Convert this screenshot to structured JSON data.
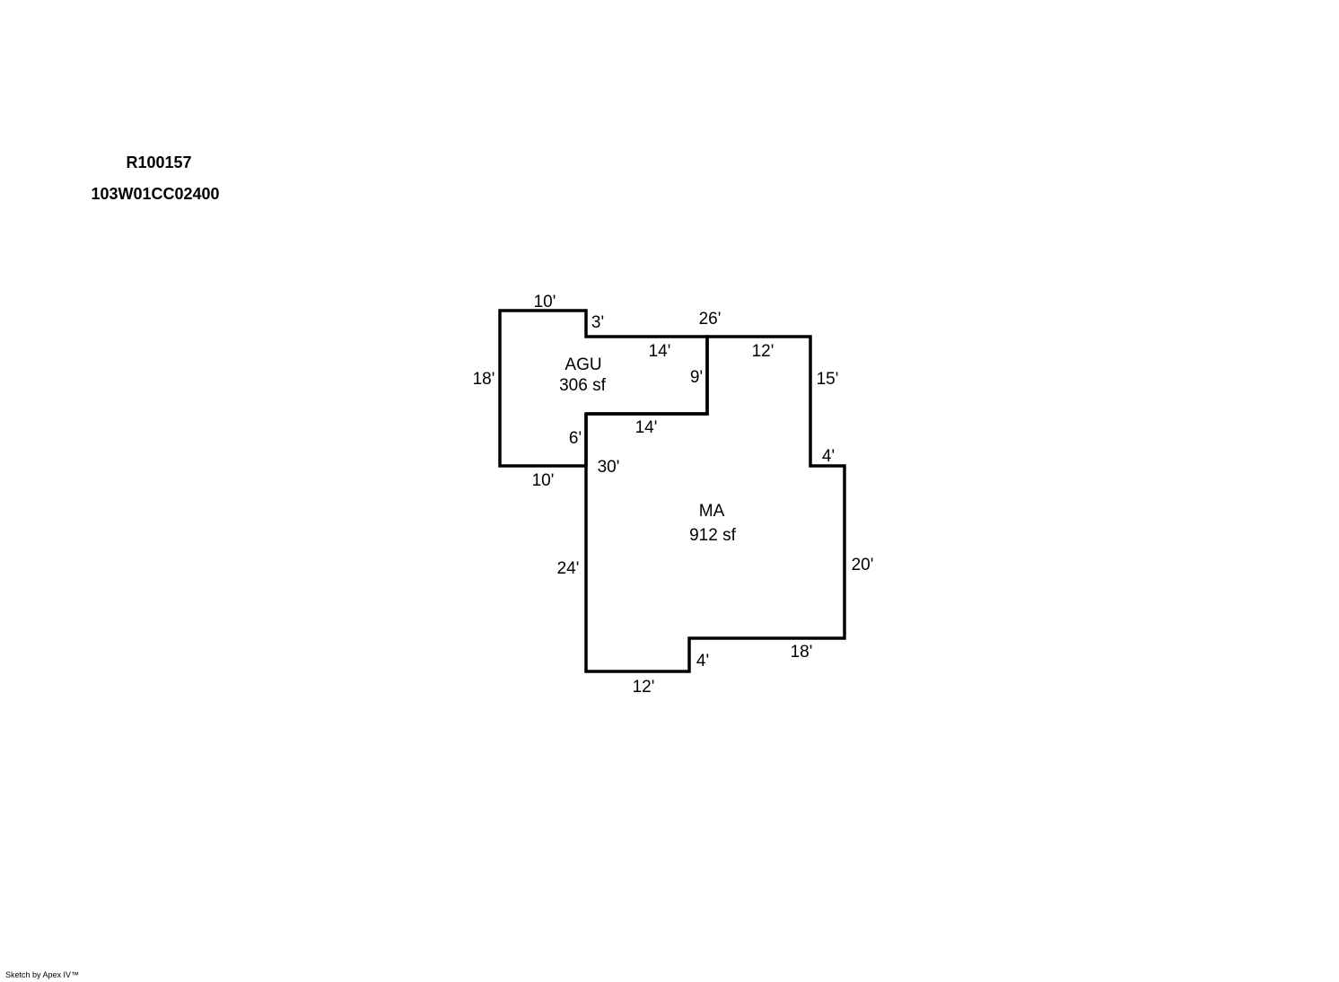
{
  "header": {
    "account_id": "R100157",
    "map_number": "103W01CC02400"
  },
  "footer": {
    "credit": "Sketch by Apex IV™"
  },
  "areas": [
    {
      "code": "AGU",
      "size": "306 sf"
    },
    {
      "code": "MA",
      "size": "912 sf"
    }
  ],
  "dimensions": [
    "10'",
    "3'",
    "26'",
    "14'",
    "12'",
    "18'",
    "9'",
    "15'",
    "14'",
    "6'",
    "4'",
    "30'",
    "10'",
    "24'",
    "20'",
    "18'",
    "4'",
    "12'"
  ],
  "colors": {
    "line": "#000000",
    "background": "#ffffff"
  }
}
